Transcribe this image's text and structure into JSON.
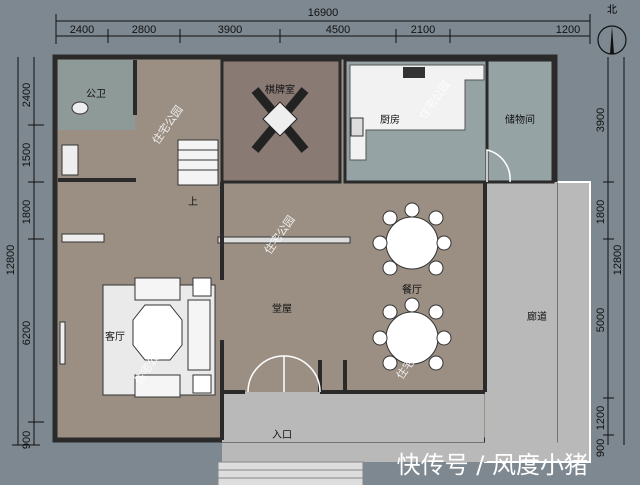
{
  "dimensions": {
    "top_total": "16900",
    "top_segments": [
      "2400",
      "2800",
      "3900",
      "4500",
      "2100",
      "1200"
    ],
    "left_total": "12800",
    "left_segments": [
      "2400",
      "1500",
      "1800",
      "6200",
      "900"
    ],
    "right_total": "12800",
    "right_segments": [
      "3900",
      "1800",
      "5000",
      "1200",
      "900"
    ]
  },
  "compass": "北",
  "rooms": {
    "bathroom": "公卫",
    "mahjong": "棋牌室",
    "kitchen": "厨房",
    "storage": "储物间",
    "hall": "堂屋",
    "dining": "餐厅",
    "living": "客厅",
    "corridor": "廊道",
    "entrance": "入口",
    "stairs_up": "上"
  },
  "watermark": "住宅公园",
  "footer": "快传号 / 风度小猪"
}
